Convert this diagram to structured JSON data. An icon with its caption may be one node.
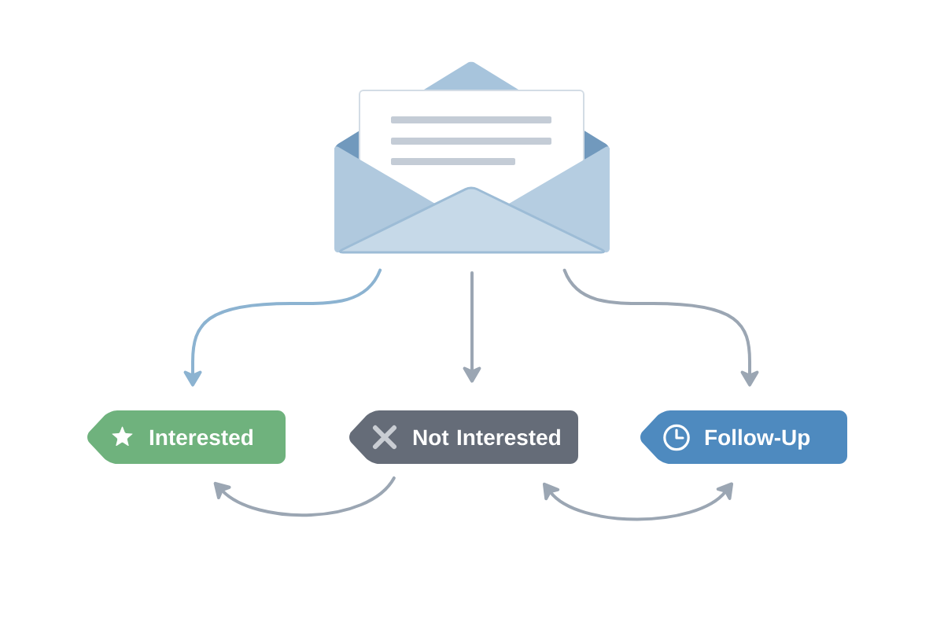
{
  "diagram": {
    "nodes": [
      {
        "text": [],
        "shape": "picture"
      },
      {
        "text": [
          "Interested"
        ]
      },
      {
        "text": [
          "Not Interested"
        ]
      },
      {
        "text": [
          "Follow-Up"
        ]
      }
    ],
    "edges": [
      {
        "from": 0,
        "to": 1,
        "arrow": "to",
        "color": "#8cb3d1"
      },
      {
        "from": 0,
        "to": 2,
        "arrow": "to"
      },
      {
        "from": 0,
        "to": 3,
        "arrow": "to"
      },
      {
        "from": 2,
        "to": 1,
        "arrow": "to"
      },
      {
        "from": 2,
        "to": 3,
        "arrow": "both"
      }
    ]
  }
}
